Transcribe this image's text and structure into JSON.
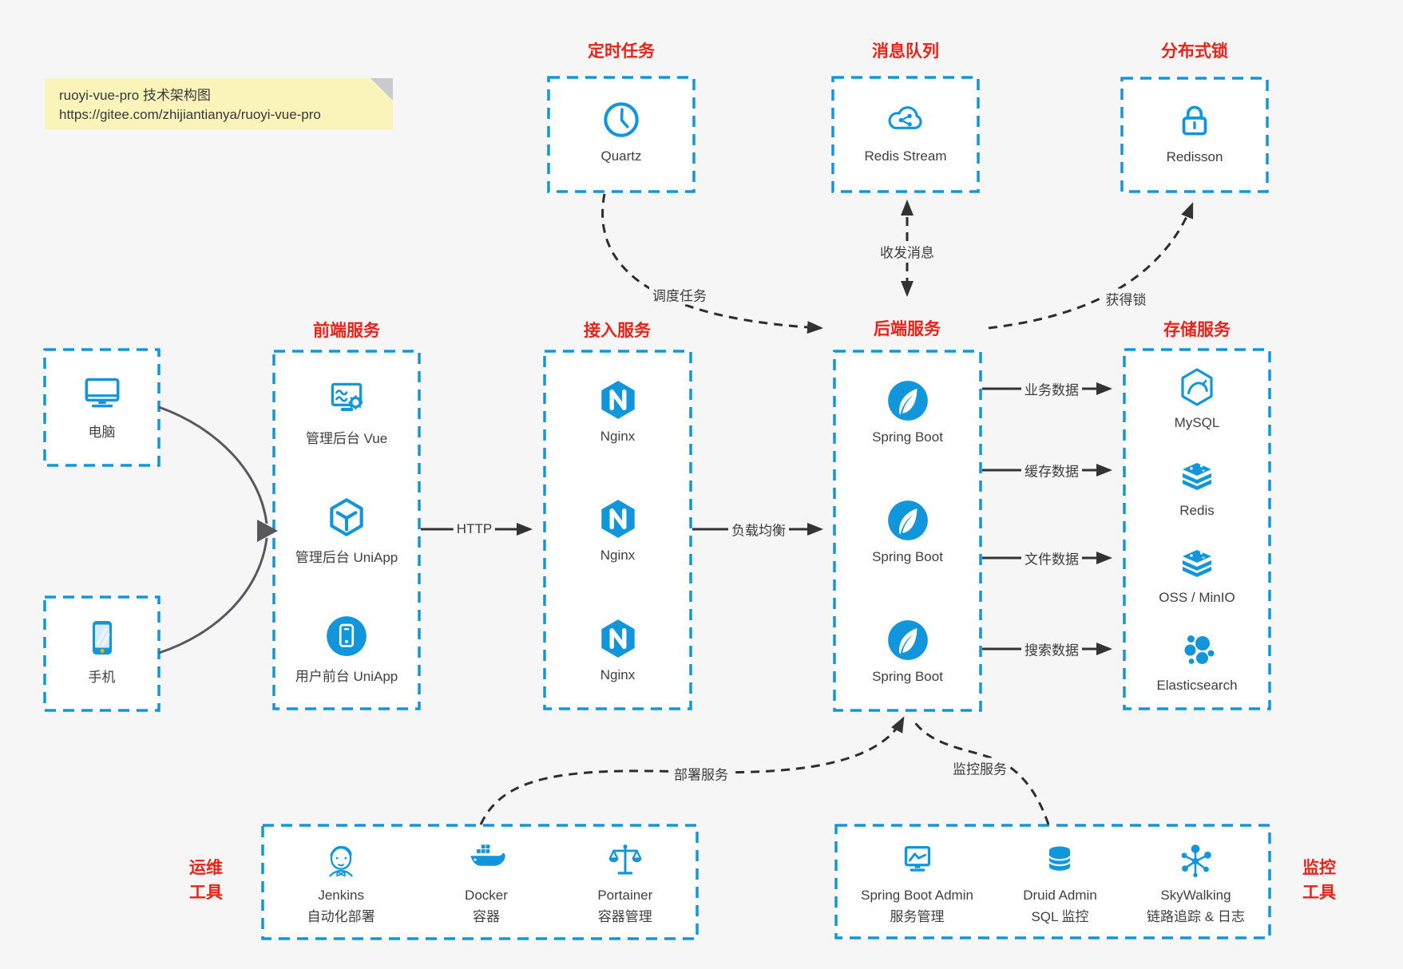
{
  "note": {
    "line1": "ruoyi-vue-pro 技术架构图",
    "line2": "https://gitee.com/zhijiantianya/ruoyi-vue-pro"
  },
  "colors": {
    "accent_blue": "#1296db",
    "title_red": "#e8231a",
    "background": "#f6f6f7",
    "box_fill": "#ffffff",
    "arrow_dark": "#333333",
    "note_bg": "#faf3ba"
  },
  "top_groups": [
    {
      "title": "定时任务",
      "item": {
        "icon": "clock-icon",
        "label": "Quartz"
      }
    },
    {
      "title": "消息队列",
      "item": {
        "icon": "cloud-share-icon",
        "label": "Redis Stream"
      }
    },
    {
      "title": "分布式锁",
      "item": {
        "icon": "lock-icon",
        "label": "Redisson"
      }
    }
  ],
  "clients": [
    {
      "icon": "desktop-icon",
      "label": "电脑"
    },
    {
      "icon": "mobile-icon",
      "label": "手机"
    }
  ],
  "columns": [
    {
      "title": "前端服务",
      "items": [
        {
          "icon": "admin-vue-icon",
          "label": "管理后台 Vue"
        },
        {
          "icon": "uniapp-icon",
          "label": "管理后台 UniApp"
        },
        {
          "icon": "user-uniapp-icon",
          "label": "用户前台 UniApp"
        }
      ]
    },
    {
      "title": "接入服务",
      "items": [
        {
          "icon": "nginx-icon",
          "label": "Nginx"
        },
        {
          "icon": "nginx-icon",
          "label": "Nginx"
        },
        {
          "icon": "nginx-icon",
          "label": "Nginx"
        }
      ]
    },
    {
      "title": "后端服务",
      "items": [
        {
          "icon": "spring-boot-icon",
          "label": "Spring Boot"
        },
        {
          "icon": "spring-boot-icon",
          "label": "Spring Boot"
        },
        {
          "icon": "spring-boot-icon",
          "label": "Spring Boot"
        }
      ]
    },
    {
      "title": "存储服务",
      "items": [
        {
          "icon": "mysql-icon",
          "label": "MySQL"
        },
        {
          "icon": "redis-icon",
          "label": "Redis"
        },
        {
          "icon": "oss-minio-icon",
          "label": "OSS / MinIO"
        },
        {
          "icon": "elasticsearch-icon",
          "label": "Elasticsearch"
        }
      ]
    }
  ],
  "bottom_groups": [
    {
      "side_label": [
        "运维",
        "工具"
      ],
      "items": [
        {
          "icon": "jenkins-icon",
          "label": "Jenkins",
          "sublabel": "自动化部署"
        },
        {
          "icon": "docker-icon",
          "label": "Docker",
          "sublabel": "容器"
        },
        {
          "icon": "portainer-icon",
          "label": "Portainer",
          "sublabel": "容器管理"
        }
      ]
    },
    {
      "side_label": [
        "监控",
        "工具"
      ],
      "items": [
        {
          "icon": "spring-boot-admin-icon",
          "label": "Spring Boot Admin",
          "sublabel": "服务管理"
        },
        {
          "icon": "druid-icon",
          "label": "Druid Admin",
          "sublabel": "SQL 监控"
        },
        {
          "icon": "skywalking-icon",
          "label": "SkyWalking",
          "sublabel": "链路追踪 & 日志"
        }
      ]
    }
  ],
  "edges": {
    "http": "HTTP",
    "lb": "负载均衡",
    "biz": "业务数据",
    "cache": "缓存数据",
    "file": "文件数据",
    "search": "搜索数据",
    "schedule": "调度任务",
    "mq": "收发消息",
    "lock": "获得锁",
    "deploy": "部署服务",
    "monitor": "监控服务"
  }
}
